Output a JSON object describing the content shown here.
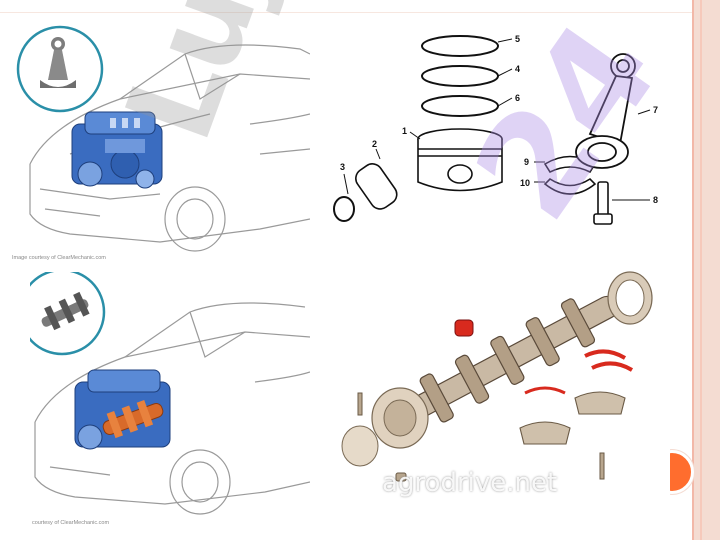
{
  "panels": {
    "top_left": {
      "caption": "Image courtesy of ClearMechanic.com",
      "inset_icon": "connecting-rod-icon"
    },
    "bottom_left": {
      "caption": "courtesy of ClearMechanic.com",
      "inset_icon": "crankshaft-icon"
    },
    "top_right": {
      "callouts": [
        "1",
        "2",
        "3",
        "4",
        "5",
        "6",
        "7",
        "8",
        "9",
        "10"
      ]
    }
  },
  "watermarks": {
    "vertical": "Lujjat",
    "number": "24",
    "site": "agrodrive.net"
  },
  "colors": {
    "accent_dot": "#ff6d2e",
    "right_bar": "#f4dcd2",
    "engine_blue": "#2f5fb0",
    "crank_orange": "#d86a2a",
    "inset_ring": "#2a8fa8"
  }
}
